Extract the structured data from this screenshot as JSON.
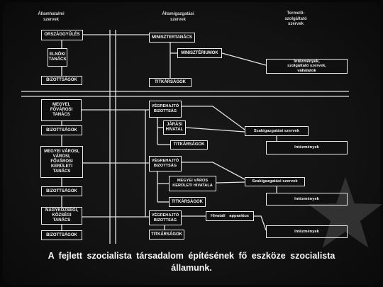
{
  "headers": {
    "state_power": [
      "Államhatalmi",
      "szervek"
    ],
    "state_admin": [
      "Államigazgatási",
      "szervek"
    ],
    "production": [
      "Termelő-",
      "szolgáltató",
      "szervek"
    ]
  },
  "state_power": {
    "parliament": [
      "ORSZÁGGYŰLÉS"
    ],
    "presidential_council": [
      "ELNÖKI",
      "TANÁCS"
    ],
    "committees_national": [
      "BIZOTTSÁGOK"
    ],
    "county_council": [
      "MEGYEI,",
      "FŐVÁROSI",
      "TANÁCS"
    ],
    "committees_county": [
      "BIZOTTSÁGOK"
    ],
    "city_council": [
      "MEGYEI VÁROSI,",
      "VÁROSI,",
      "FŐVÁROSI",
      "KERÜLETI",
      "TANÁCS"
    ],
    "committees_city": [
      "BIZOTTSÁGOK"
    ],
    "village_council": [
      "NAGYKÖZSÉGI,",
      "KÖZSÉGI",
      "TANÁCS"
    ],
    "committees_village": [
      "BIZOTTSÁGOK"
    ]
  },
  "state_admin": {
    "council_of_ministers": [
      "MINISZTERTANÁCS"
    ],
    "ministries": [
      "MINISZTÉRIUMOK"
    ],
    "secretariats_national": [
      "TITKÁRSÁGOK"
    ],
    "exec_committee_county": [
      "VÉGREHAJTÓ",
      "BIZOTTSÁG"
    ],
    "district_office": [
      "JÁRÁSI",
      "HIVATAL"
    ],
    "secretariats_county": [
      "TITKÁRSÁGOK"
    ],
    "exec_committee_city": [
      "VÉGREHAJTÓ",
      "BIZOTTSÁG"
    ],
    "city_district_office": [
      "MEGYEI VÁROS",
      "KERÜLETI HIVATALA"
    ],
    "secretariats_city": [
      "TITKÁRSÁGOK"
    ],
    "exec_committee_village": [
      "VÉGREHAJTÓ",
      "BIZOTTSÁG"
    ],
    "secretariats_village": [
      "TITKÁRSÁGOK"
    ],
    "official_apparatus": [
      "Hivatali apparátus"
    ]
  },
  "production": {
    "institutions_national": [
      "Intézmények,",
      "szolgáltató szervek,",
      "vállalatok"
    ],
    "specialized_admin_county": [
      "Szakigazgatási szervek"
    ],
    "institutions_county": [
      "Intézmények"
    ],
    "specialized_admin_city": [
      "Szakigazgatási szervek"
    ],
    "institutions_city": [
      "Intézmények"
    ],
    "institutions_village": [
      "Intézmények"
    ]
  },
  "caption": [
    "A fejlett szocialista társadalom építésének fő eszköze szocialista",
    "államunk."
  ],
  "colors": {
    "background": "#121212",
    "lines": "#e4e4e4",
    "text": "#f4f4f4"
  },
  "watermark": {
    "icon": "star-icon"
  }
}
